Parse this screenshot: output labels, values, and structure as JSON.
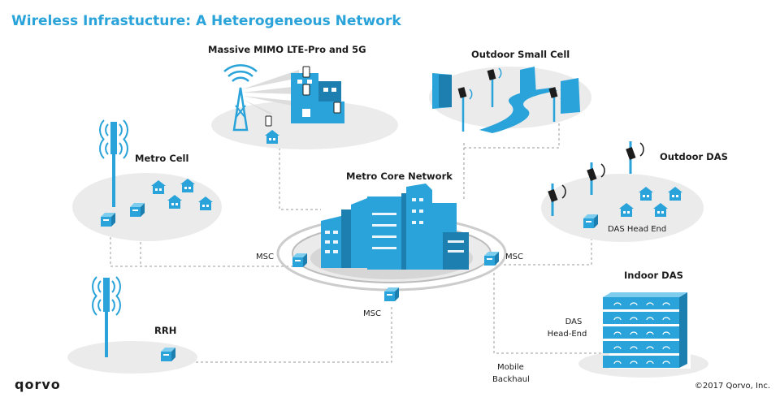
{
  "title": "Wireless Infrastucture: A Heterogeneous Network",
  "logo": "qorvo",
  "copyright": "©2017 Qorvo, Inc.",
  "colors": {
    "accent": "#29a3d9",
    "blob": "#ebebeb",
    "dark": "#1c1c1c",
    "dash": "#999999"
  },
  "nodes": {
    "mimo": "Massive MIMO LTE-Pro and 5G",
    "small_cell": "Outdoor Small Cell",
    "metro_cell": "Metro Cell",
    "core": "Metro Core Network",
    "outdoor_das": "Outdoor DAS",
    "das_head_end": "DAS Head End",
    "indoor_das": "Indoor DAS",
    "rrh": "RRH",
    "das_head_end_indoor_1": "DAS",
    "das_head_end_indoor_2": "Head-End",
    "backhaul_1": "Mobile",
    "backhaul_2": "Backhaul"
  },
  "msc_labels": {
    "left": "MSC",
    "right": "MSC",
    "bottom": "MSC"
  }
}
